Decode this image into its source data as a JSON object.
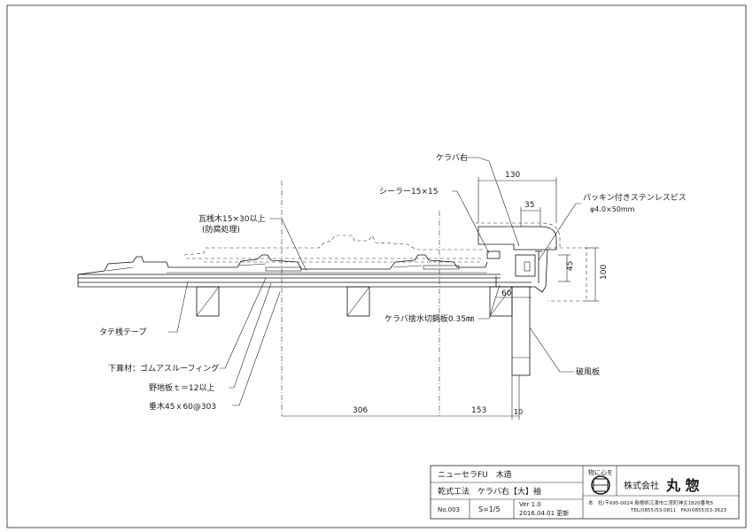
{
  "labels": {
    "keraba_right": "ケラバ右",
    "sealer": "シーラー15×15",
    "packing_screw_1": "パッキン付きステンレスビス",
    "packing_screw_2": "φ4.0×50mm",
    "batten_1": "瓦桟木15×30以上",
    "batten_2": "(防腐処理)",
    "tate_tape": "タテ桟テープ",
    "underlay": "下葺材：ゴムアスルーフィング",
    "sheathing": "野地板ｔ＝12以上",
    "rafter": "垂木45ｘ60@303",
    "flashing": "ケラバ捨水切鋼板0.35㎜",
    "barge_board": "破風板"
  },
  "dimensions": {
    "d130": "130",
    "d35": "35",
    "d45": "45",
    "d100": "100",
    "d60": "60",
    "d306": "306",
    "d153": "153",
    "d10": "10"
  },
  "title_block": {
    "product": "ニューセラFU　木造",
    "method": "乾式工法　ケラバ右【大】袖",
    "number": "No.003",
    "scale": "S=1/5",
    "version": "Ver 1.0",
    "date": "2016.04.01 更新",
    "slogan": "物に心を",
    "company": "株式会社",
    "company_name": "丸 惣",
    "address_1": "本　社/〒695-0024 島根県江津市二宮町神主1820番地5",
    "address_2": "TEL(0855)53-0811　FAX(0855)53-3623"
  },
  "logo_text": "丸惣"
}
